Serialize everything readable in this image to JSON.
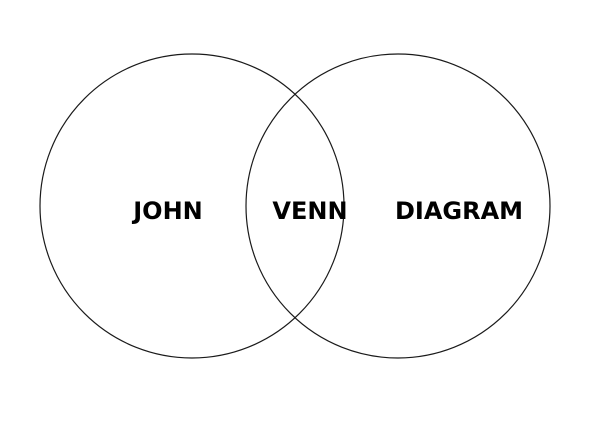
{
  "venn": {
    "left_label": "JOHN",
    "middle_label": "VENN",
    "right_label": "DIAGRAM",
    "colors": {
      "background": "#ffffff",
      "stroke": "#1a1a1a",
      "text": "#000000"
    }
  }
}
